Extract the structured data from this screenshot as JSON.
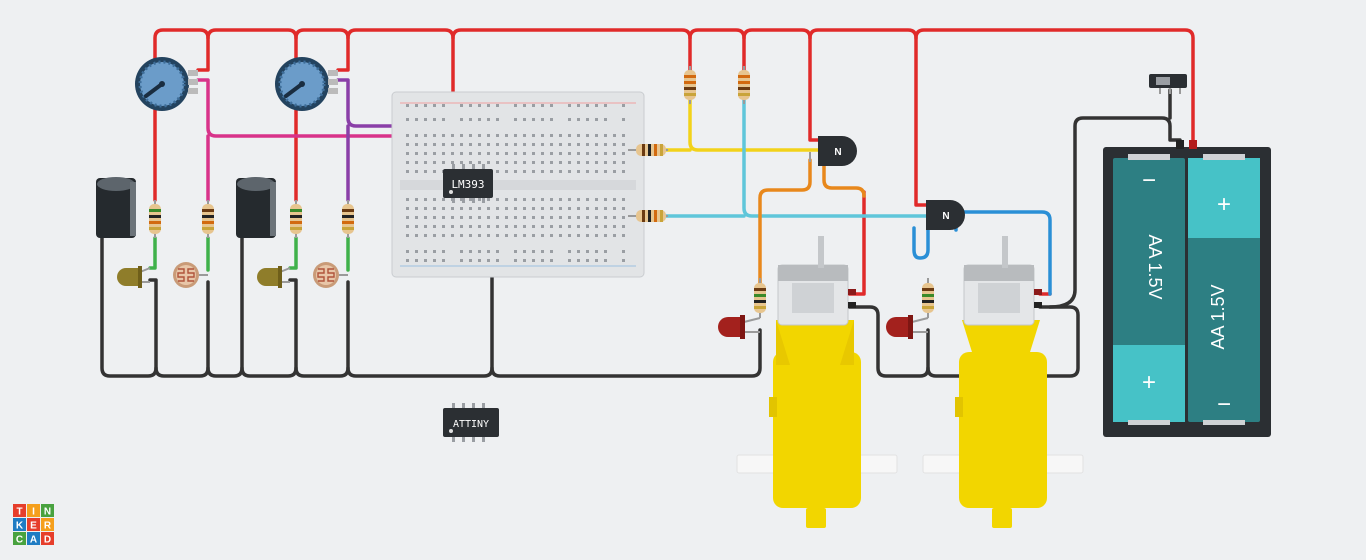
{
  "chips": {
    "comparator": "LM393",
    "mcu": "ATTINY"
  },
  "transistors": {
    "left_label": "N",
    "right_label": "N"
  },
  "battery": {
    "cell1_label": "AA 1.5V",
    "cell2_label": "AA 1.5V",
    "minus": "−",
    "plus": "+"
  },
  "logo": {
    "letters": [
      "T",
      "I",
      "N",
      "K",
      "E",
      "R",
      "C",
      "A",
      "D"
    ],
    "colors": [
      "#e63e2b",
      "#f59f1c",
      "#48a23f",
      "#1f7cc3",
      "#e63e2b",
      "#f59f1c",
      "#48a23f",
      "#1f7cc3",
      "#e63e2b"
    ]
  },
  "wire_colors": {
    "red": "#e02a2a",
    "black": "#333333",
    "pink": "#d8338a",
    "purple": "#8a3fa8",
    "green": "#3fb14a",
    "yellow": "#f2d21a",
    "cyan": "#5fc6da",
    "orange": "#e8881c",
    "blue": "#2a8fd6"
  }
}
